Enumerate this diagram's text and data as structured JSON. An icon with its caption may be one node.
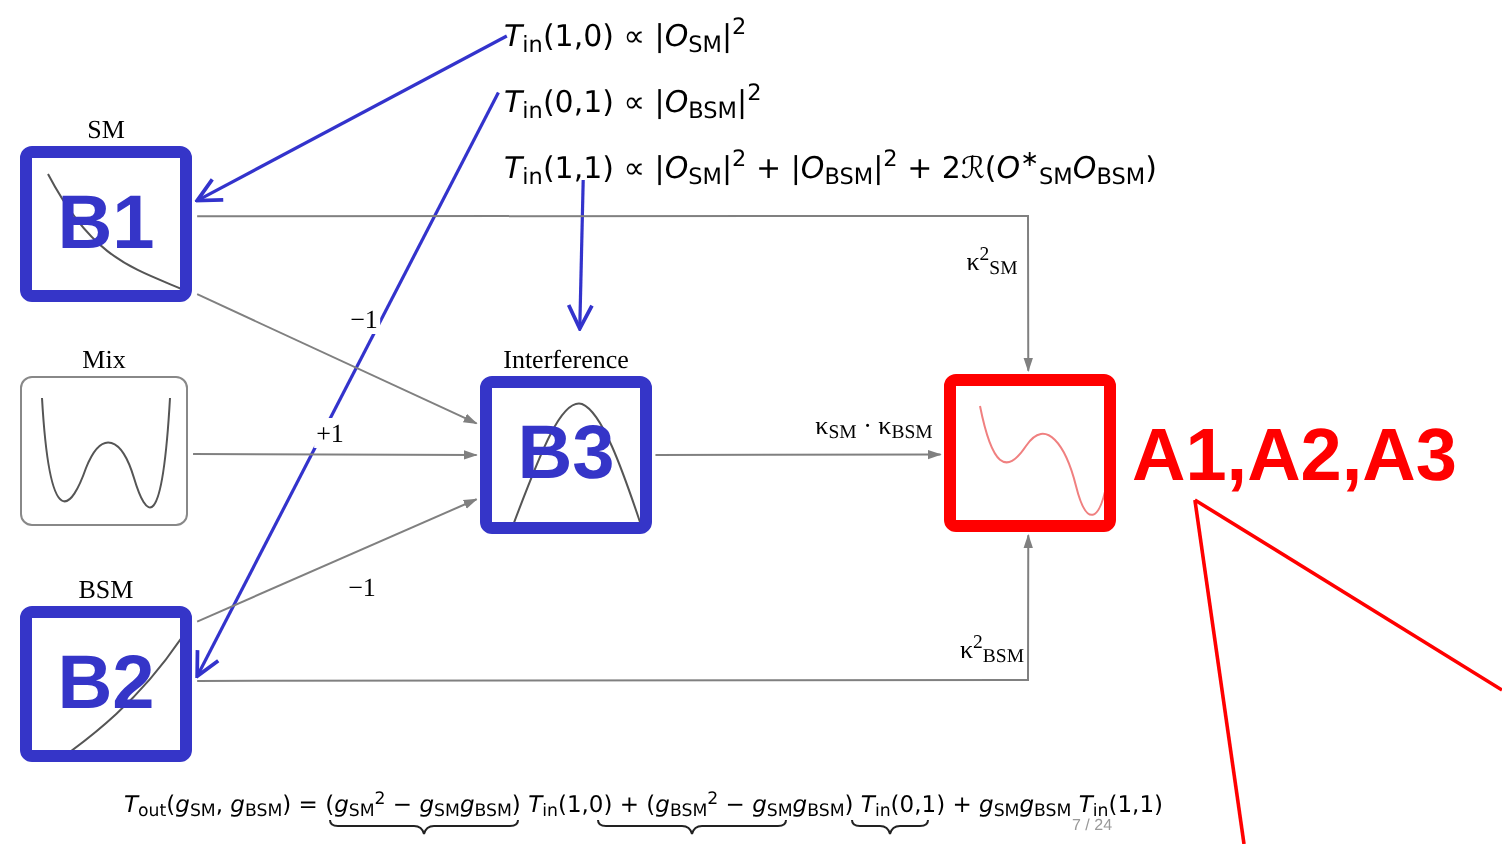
{
  "diagram": {
    "nodes": [
      {
        "text": [
          "*T*$_{in}$(1,0) ∝ |*O*$_{SM}$|$^{2}$"
        ]
      },
      {
        "text": [
          "*T*$_{in}$(0,1) ∝ |*O*$_{BSM}$|$^{2}$"
        ]
      },
      {
        "text": [
          "*T*$_{in}$(1,1) ∝ |*O*$_{SM}$|$^{2}$ + |*O*$_{BSM}$|$^{2}$ + 2ℛ(*O*$^{∗}$$_{SM}$*O*$_{BSM}$)"
        ]
      },
      {
        "text": [
          "SM",
          "B1"
        ]
      },
      {
        "text": [
          "Mix"
        ]
      },
      {
        "text": [
          "BSM",
          "B2"
        ]
      },
      {
        "text": [
          "Interference",
          "B3"
        ]
      },
      {
        "text": [],
        "shape": "box"
      },
      {
        "text": [
          "A1,A2,A3"
        ]
      }
    ],
    "edges": [
      {
        "from": 0,
        "to": 3,
        "arrow": "to",
        "color": "#3333cc"
      },
      {
        "from": 1,
        "to": 5,
        "arrow": "to",
        "color": "#3333cc"
      },
      {
        "from": 2,
        "to": 6,
        "arrow": "to",
        "color": "#3333cc"
      },
      {
        "from": 3,
        "to": 6,
        "arrow": "to",
        "label": "−1"
      },
      {
        "from": 4,
        "to": 6,
        "arrow": "to",
        "label": "+1"
      },
      {
        "from": 5,
        "to": 6,
        "arrow": "to",
        "label": "−1"
      },
      {
        "from": 3,
        "to": 7,
        "arrow": "to",
        "label": "κ$^{2}$$_{SM}$"
      },
      {
        "from": 6,
        "to": 7,
        "arrow": "to",
        "label": "κ$_{SM}$ · κ$_{BSM}$"
      },
      {
        "from": 5,
        "to": 7,
        "arrow": "to",
        "label": "κ$^{2}$$_{BSM}$"
      },
      {
        "from": 8,
        "to": null,
        "arrow": "none",
        "color": "#ff0000"
      },
      {
        "from": 8,
        "to": null,
        "arrow": "none",
        "color": "#ff0000"
      }
    ],
    "labels": [
      "*T*$_{out}$(*g*$_{SM}$, *g*$_{BSM}$) = (*g*$_{SM}$$^{2}$ − *g*$_{SM}$*g*$_{BSM}$) *T*$_{in}$(1,0) + (*g*$_{BSM}$$^{2}$ − *g*$_{SM}$*g*$_{BSM}$) *T*$_{in}$(0,1) + *g*$_{SM}$*g*$_{BSM}$ *T*$_{in}$(1,1)",
      "7 / 24"
    ]
  }
}
